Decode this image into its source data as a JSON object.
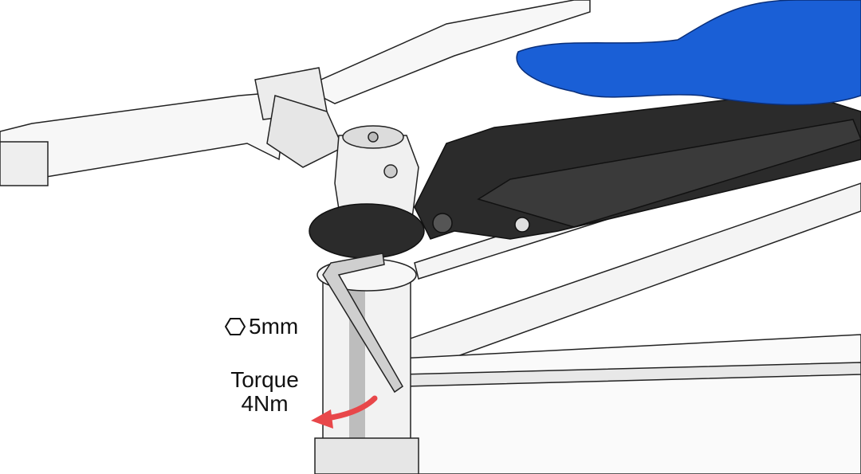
{
  "tool": {
    "icon": "hex-key-icon",
    "size": "5mm"
  },
  "torque": {
    "label": "Torque",
    "value": "4Nm"
  },
  "colors": {
    "seat": "#1a5fd6",
    "arm": "#2b2b2b",
    "arrow": "#e8474a",
    "outline": "#222222"
  }
}
